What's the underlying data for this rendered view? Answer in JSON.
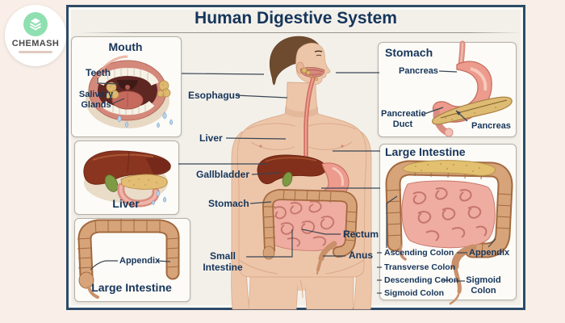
{
  "logo": {
    "brand": "CHEMASH",
    "icon": "layers-icon"
  },
  "poster": {
    "title": "Human Digestive System"
  },
  "figure_labels": {
    "esophagus": "Esophagus",
    "liver": "Liver",
    "gallbladder": "Gallbladder",
    "stomach": "Stomach",
    "small_intestine": "Small Intestine",
    "rectum": "Rectum",
    "anus": "Anus"
  },
  "insets": {
    "mouth": {
      "title": "Mouth",
      "teeth": "Teeth",
      "salivary_glands": "Salivary Glands"
    },
    "liver": {
      "title": "Liver"
    },
    "large_intestine_left": {
      "title": "Large Intestine",
      "appendix": "Appendix"
    },
    "stomach": {
      "title": "Stomach",
      "pancreas_top": "Pancreas",
      "pancreatic_duct": "Pancreatic Duct",
      "pancreas_bottom": "Pancreas"
    },
    "large_intestine_right": {
      "title": "Large Intestine",
      "ascending_colon": "Ascending Colon",
      "transverse_colon": "Transverse Colon",
      "descending_colon": "Descending Colon",
      "sigmoid_colon_list": "Sigmoid Colon",
      "appendix": "Appendix",
      "sigmoid_colon": "Sigmoid Colon"
    }
  },
  "colors": {
    "page_background": "#f9efe8",
    "panel_background": "#f3f0ea",
    "panel_border": "#2d4b68",
    "label_text": "#16355a",
    "logo_green": "#8fdfb1",
    "skin": "#edc6aa",
    "liver": "#8a3520",
    "intestine_pink": "#efaca0",
    "colon_tan": "#d7a47a",
    "pancreas_yellow": "#debb72",
    "stomach_pink": "#ec9b8d"
  }
}
